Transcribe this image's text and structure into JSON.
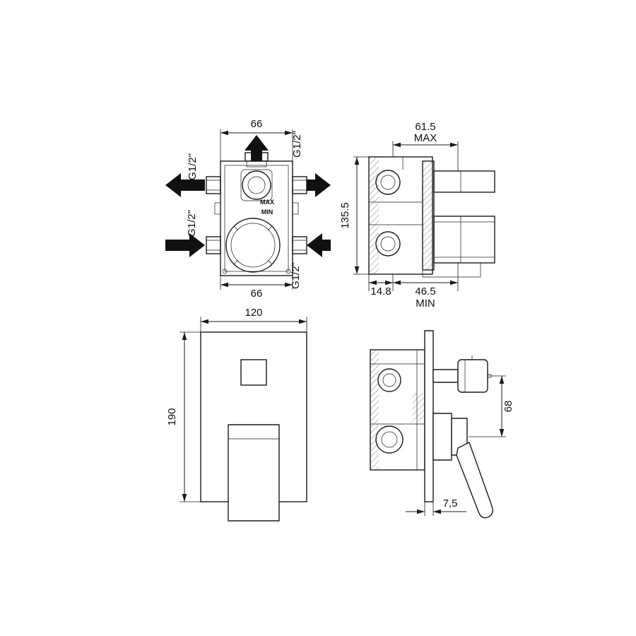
{
  "drawing": {
    "background": "#ffffff",
    "line_color": "#1a1a1a",
    "arrow_color": "#111111",
    "views": {
      "rough_in_front": {
        "dim_width_top": "66",
        "dim_width_bottom": "66",
        "thread_top": "G1/2\"",
        "thread_left_upper": "G1/2\"",
        "thread_left_lower": "G1/2\"",
        "thread_right_lower": "G1/2\"",
        "marking_max": "MAX",
        "marking_min": "MIN"
      },
      "rough_in_side": {
        "dim_depth_max": "61.5",
        "dim_depth_max_label": "MAX",
        "dim_height": "135.5",
        "dim_wall_offset": "14.8",
        "dim_depth_min": "46.5",
        "dim_depth_min_label": "MIN"
      },
      "trim_front": {
        "dim_plate_width": "120",
        "dim_plate_height": "190"
      },
      "trim_side": {
        "dim_handle_distance": "68",
        "dim_plate_thickness": "7,5"
      }
    }
  }
}
